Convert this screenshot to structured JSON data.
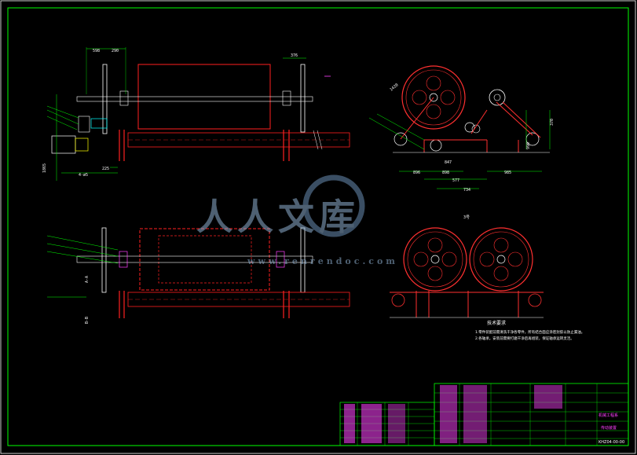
{
  "drawing": {
    "front_view": {
      "dims_top": [
        "598",
        "290"
      ],
      "dims_right": [
        "376"
      ],
      "dims_left": [
        "1865"
      ],
      "dims_bottom": [
        "4-ø5",
        "225"
      ]
    },
    "side_view": {
      "dims": [
        "1420",
        "896",
        "898",
        "847",
        "577",
        "734",
        "985",
        "370",
        "990"
      ]
    },
    "plan_view": {
      "dims_left": [
        "A-A",
        "B-B"
      ]
    },
    "lower_right_label": "3号",
    "tech_notes": {
      "title": "技术要求",
      "lines": [
        "1.零件装配前需清洗干净各零件，所有结合面应涂密封胶以防止漏油。",
        "2.各轴承，安装前需要打磨干净后再组装，保证轴承运转灵活。"
      ]
    },
    "title_block": {
      "company": "机械工程系",
      "drawing_name": "传动装置",
      "drawing_no": "KHZ04-00-00"
    },
    "watermark": {
      "text": "人人文库",
      "url": "www.renrendoc.com"
    },
    "colors": {
      "frame": "#00ff00",
      "roller": "#ff2020",
      "wheel": "#ff3030",
      "outline": "#ffffff",
      "dimension": "#00ff00",
      "magenta": "#ff40ff",
      "cyan": "#00ffff",
      "yellow": "#ffff00"
    }
  }
}
